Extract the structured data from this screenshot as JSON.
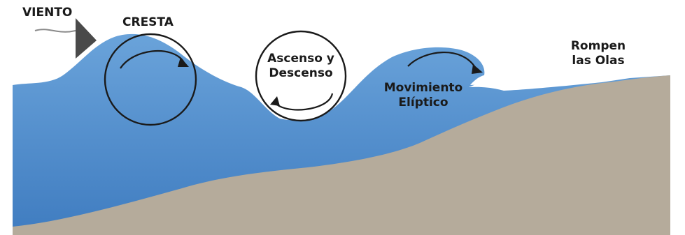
{
  "labels": {
    "wind": "VIENTO",
    "crest": "CRESTA",
    "rise_fall_line1": "Ascenso y",
    "rise_fall_line2": "Descenso",
    "elliptical_line1": "Movimiento",
    "elliptical_line2": "Elíptico",
    "breaking_line1": "Rompen",
    "breaking_line2": "las Olas"
  },
  "colors": {
    "water": "#5b96d2",
    "water_dark": "#3f78b8",
    "sand": "#b5ab9b",
    "stroke": "#1a1a1a",
    "wind_arrow": "#4a4a4a"
  },
  "icons": {
    "wind": "wind-arrow-icon",
    "orbit_crest": "orbit-circle-icon",
    "orbit_trough": "orbit-circle-icon",
    "elliptic": "curved-arrow-icon"
  }
}
